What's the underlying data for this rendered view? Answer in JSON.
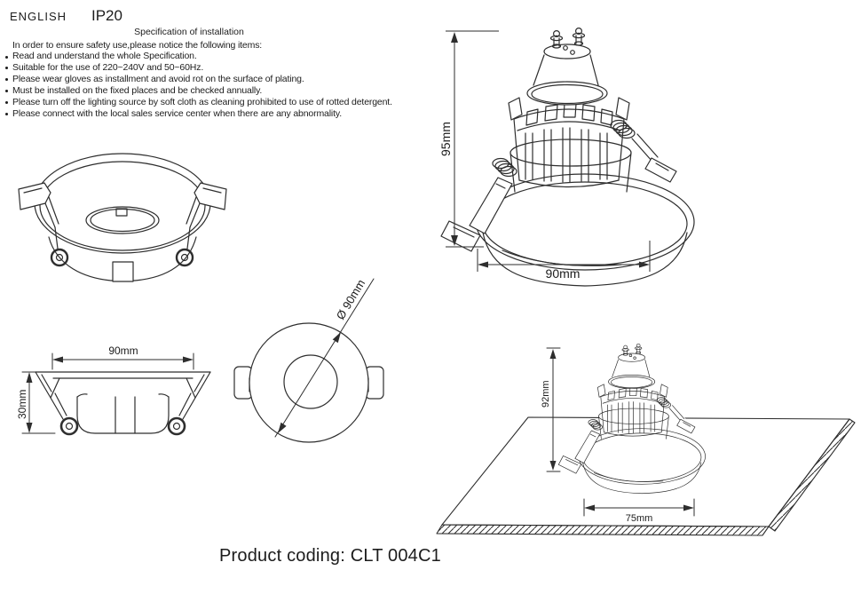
{
  "header": {
    "language_label": "ENGLISH",
    "ip_rating": "IP20"
  },
  "spec": {
    "title": "Specification of installation",
    "intro": "In order to ensure safety use,please notice the following items:",
    "items": [
      "Read and understand the whole Specification.",
      "Suitable for the use of 220~240V and 50~60Hz.",
      "Please wear gloves as installment and avoid rot on the surface of plating.",
      "Must be installed on the fixed places and be checked annually.",
      "Please turn off the lighting source by soft cloth as cleaning prohibited to use of rotted detergent.",
      "Please connect with the local sales service center when there are any abnormality."
    ]
  },
  "drawings": {
    "top_right": {
      "height_label": "95mm",
      "width_label": "90mm"
    },
    "side_view": {
      "width_label": "90mm",
      "depth_label": "30mm"
    },
    "front_view": {
      "diameter_label": "Ø 90mm"
    },
    "installed_view": {
      "height_label": "92mm",
      "cutout_label": "75mm"
    }
  },
  "footer": {
    "product_coding": "Product coding: CLT 004C1"
  },
  "colors": {
    "line": "#2e2e2e",
    "text": "#1c1c1c",
    "background": "#ffffff"
  }
}
